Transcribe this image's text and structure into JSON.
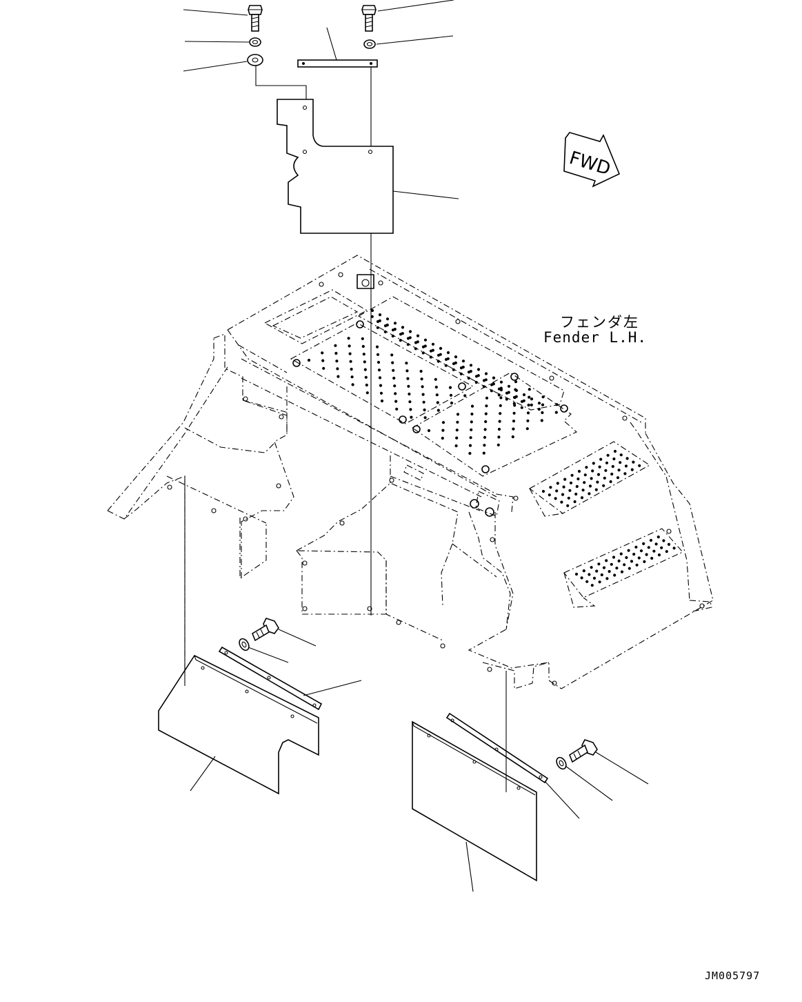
{
  "labels": {
    "fender_jp": "フェンダ左",
    "fender_en": "Fender L.H.",
    "fwd": "FWD",
    "drawing_code": "JM005797"
  }
}
